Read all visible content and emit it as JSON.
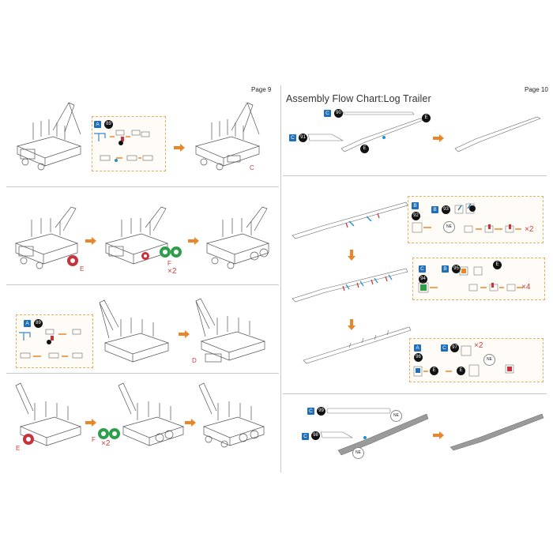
{
  "pages": {
    "left": {
      "label": "Page 9"
    },
    "right": {
      "label": "Page 10",
      "title": "Assembly Flow Chart:Log Trailer"
    }
  },
  "badges": {
    "a": "A",
    "b": "B",
    "c": "C"
  },
  "part_numbers": {
    "p89": "89",
    "p90": "90",
    "p91": "91",
    "p92": "92",
    "p93": "93",
    "p94": "94",
    "p95": "95",
    "p96": "96",
    "p97": "97",
    "p98": "98",
    "p99": "99",
    "e": "E"
  },
  "letters": {
    "c": "C",
    "d": "D",
    "e": "E",
    "f": "F"
  },
  "multipliers": {
    "x2": "×2",
    "x4": "×4"
  },
  "connector": "NE",
  "colors": {
    "accent_orange": "#e8862a",
    "part_red": "#c8323a",
    "part_green": "#2f9e4a",
    "badge_blue": "#1e6fb8",
    "divider": "#c9c9c9"
  }
}
